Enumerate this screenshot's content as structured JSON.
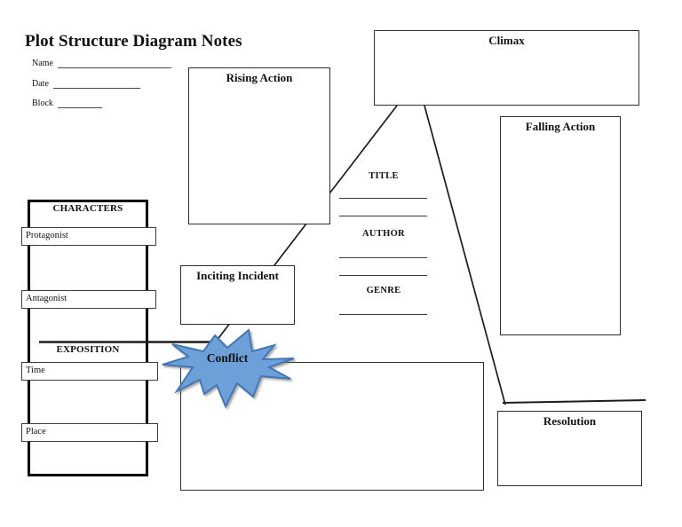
{
  "page": {
    "title": "Plot Structure Diagram Notes"
  },
  "header_fields": {
    "name_label": "Name",
    "date_label": "Date",
    "block_label": "Block"
  },
  "plot_boxes": {
    "rising_action": "Rising Action",
    "climax": "Climax",
    "falling_action": "Falling Action",
    "inciting_incident": "Inciting Incident",
    "resolution": "Resolution"
  },
  "conflict": {
    "label": "Conflict"
  },
  "book_info": {
    "title_label": "TITLE",
    "author_label": "AUTHOR",
    "genre_label": "GENRE"
  },
  "characters_panel": {
    "heading": "CHARACTERS",
    "fields": [
      "Protagonist",
      "Antagonist"
    ],
    "exposition_heading": "EXPOSITION",
    "exposition_fields": [
      "Time",
      "Place"
    ]
  },
  "colors": {
    "burst_fill": "#6D9FD8",
    "burst_stroke": "#4277B4",
    "line": "#1c1c1c"
  }
}
